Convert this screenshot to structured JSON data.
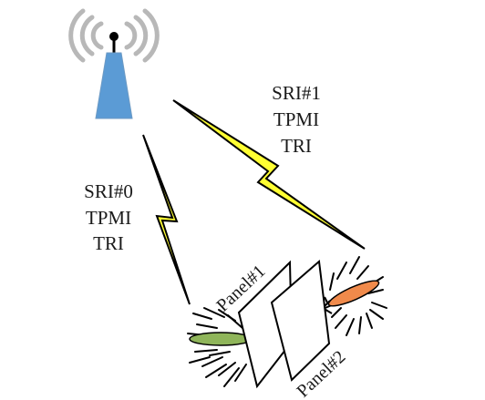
{
  "links": [
    {
      "id": "link-0",
      "lines": [
        "SRI#0",
        "TPMI",
        "TRI"
      ]
    },
    {
      "id": "link-1",
      "lines": [
        "SRI#1",
        "TPMI",
        "TRI"
      ]
    }
  ],
  "panels": [
    {
      "id": "panel-1",
      "label": "Panel#1"
    },
    {
      "id": "panel-2",
      "label": "Panel#2"
    }
  ],
  "colors": {
    "tower_fill": "#5b9bd5",
    "lightning_fill": "#ffff33",
    "beam_green": "#8fb55a",
    "beam_orange": "#f08a4b",
    "stroke": "#000000",
    "wave_arc": "#b8b8b8"
  },
  "icons": {
    "base_station": "antenna-tower-icon",
    "wave_arcs": "radio-waves-icon",
    "link": "lightning-bolt-icon"
  }
}
